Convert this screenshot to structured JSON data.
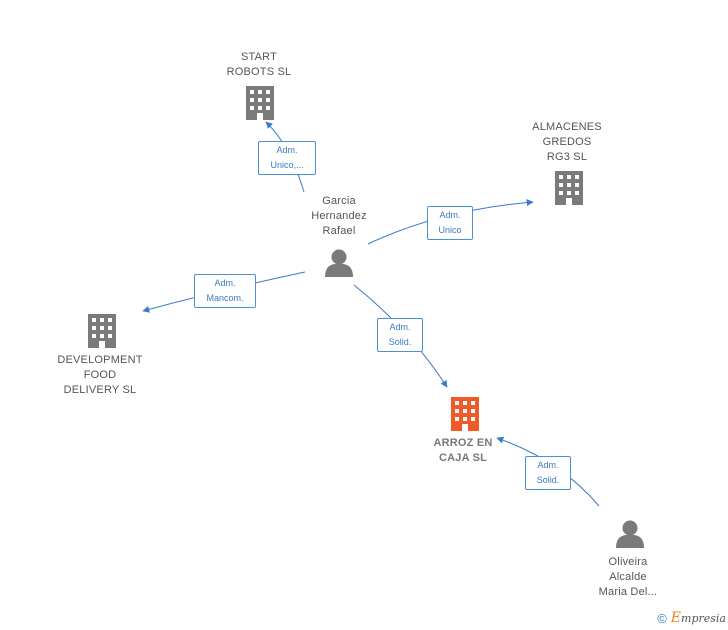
{
  "nodes": {
    "start_robots": {
      "lines": [
        "START",
        "ROBOTS  SL"
      ],
      "type": "company"
    },
    "almacenes": {
      "lines": [
        "ALMACENES",
        "GREDOS",
        "RG3  SL"
      ],
      "type": "company"
    },
    "development": {
      "lines": [
        "DEVELOPMENT",
        "FOOD",
        "DELIVERY  SL"
      ],
      "type": "company"
    },
    "arroz": {
      "lines": [
        "ARROZ EN",
        "CAJA  SL"
      ],
      "type": "company-main"
    },
    "garcia": {
      "lines": [
        "Garcia",
        "Hernandez",
        "Rafael"
      ],
      "type": "person"
    },
    "oliveira": {
      "lines": [
        "Oliveira",
        "Alcalde",
        "Maria Del..."
      ],
      "type": "person"
    }
  },
  "edges": {
    "garcia_start": {
      "lines": [
        "Adm.",
        "Unico,..."
      ]
    },
    "garcia_almacenes": {
      "lines": [
        "Adm.",
        "Unico"
      ]
    },
    "garcia_development": {
      "lines": [
        "Adm.",
        "Mancom."
      ]
    },
    "garcia_arroz": {
      "lines": [
        "Adm.",
        "Solid."
      ]
    },
    "oliveira_arroz": {
      "lines": [
        "Adm.",
        "Solid."
      ]
    }
  },
  "colors": {
    "edge": "#3b7ac4",
    "company_icon": "#7a7a7a",
    "main_icon": "#f05a28",
    "person_icon": "#7a7a7a"
  },
  "footer": {
    "copyright": "©",
    "brand_initial": "E",
    "brand_rest": "mpresia"
  }
}
